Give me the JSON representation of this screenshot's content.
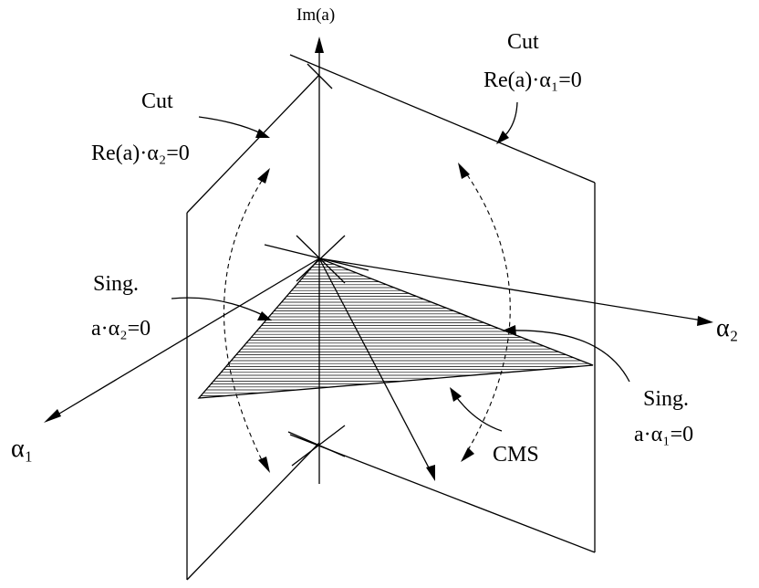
{
  "labels": {
    "im_axis": "Im(a)",
    "cut_right_title": "Cut",
    "cut_right_eq": "Re(a)·α₁=0",
    "cut_left_title": "Cut",
    "cut_left_eq": "Re(a)·α₂=0",
    "sing_left_title": "Sing.",
    "sing_left_eq": "a·α₂=0",
    "sing_right_title": "Sing.",
    "sing_right_eq": "a·α₁=0",
    "alpha1_axis": "α₁",
    "alpha2_axis": "α₂",
    "cms": "CMS"
  }
}
